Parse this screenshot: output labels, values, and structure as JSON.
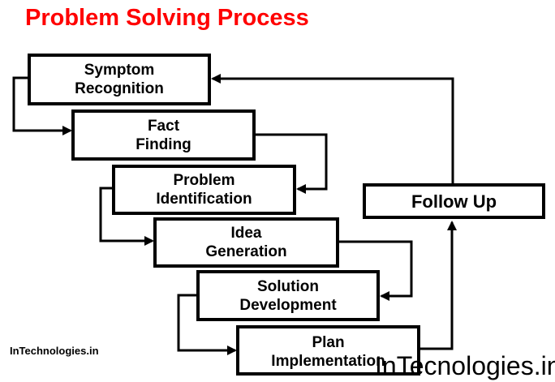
{
  "title": "Problem Solving Process",
  "steps": [
    {
      "label": "Symptom\nRecognition"
    },
    {
      "label": "Fact\nFinding"
    },
    {
      "label": "Problem\nIdentification"
    },
    {
      "label": "Idea\nGeneration"
    },
    {
      "label": "Solution\nDevelopment"
    },
    {
      "label": "Plan\nImplementation"
    }
  ],
  "follow_up": {
    "label": "Follow Up"
  },
  "watermarks": {
    "left": "InTechnologies.in",
    "right": "InTecnologies.in"
  },
  "colors": {
    "title": "#ff0000",
    "border": "#000000",
    "background": "#ffffff"
  }
}
